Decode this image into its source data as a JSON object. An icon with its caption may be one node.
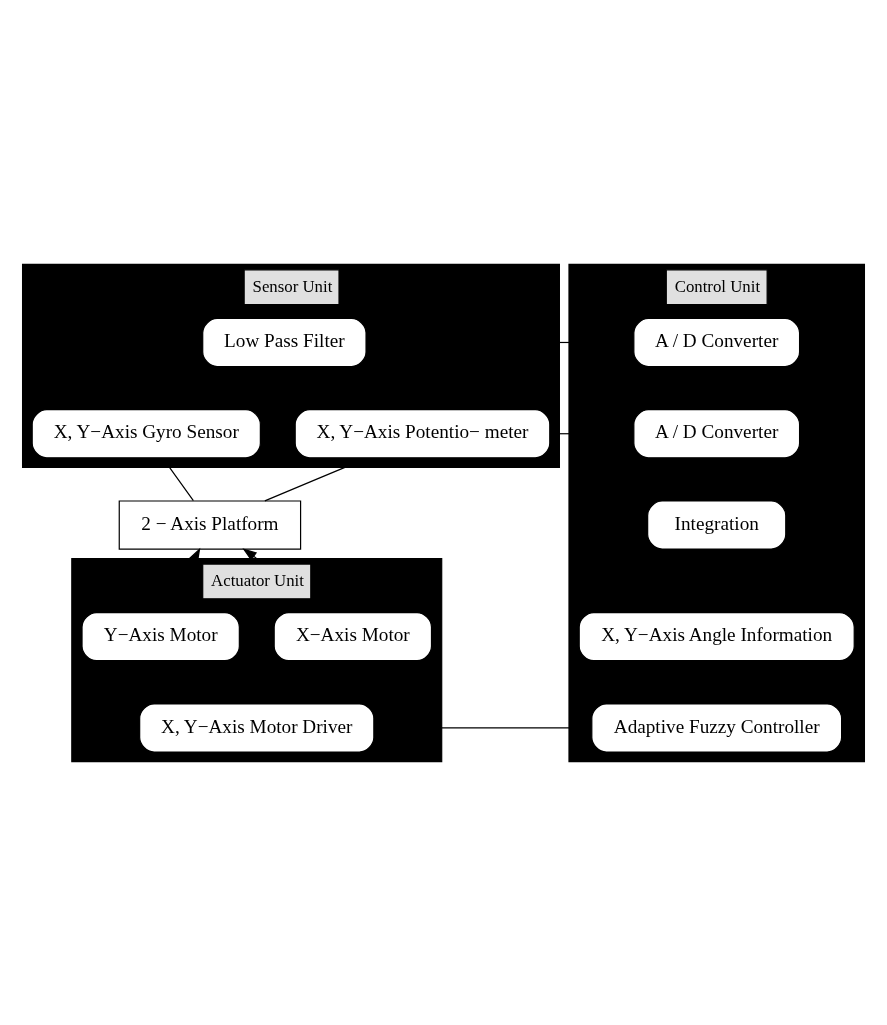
{
  "diagram": {
    "nodes": [
      {
        "text": [
          "Sensor Unit"
        ]
      },
      {
        "text": [
          "Low Pass Filter"
        ],
        "in": 0
      },
      {
        "text": [
          "X, Y−Axis Gyro Sensor"
        ],
        "in": 0
      },
      {
        "text": [
          "X, Y−Axis Potentio− meter"
        ],
        "in": 0
      },
      {
        "text": [
          "Control Unit"
        ]
      },
      {
        "text": [
          "A / D Converter"
        ],
        "in": 4
      },
      {
        "text": [
          "A / D Converter"
        ],
        "in": 4
      },
      {
        "text": [
          "Integration"
        ],
        "in": 4
      },
      {
        "text": [
          "X, Y−Axis Angle Information"
        ],
        "in": 4
      },
      {
        "text": [
          "Adaptive Fuzzy Controller"
        ],
        "in": 4
      },
      {
        "text": [
          "2 − Axis Platform"
        ]
      },
      {
        "text": [
          "Actuator Unit"
        ]
      },
      {
        "text": [
          "X−Axis Motor"
        ],
        "in": 11
      },
      {
        "text": [
          "Y−Axis Motor"
        ],
        "in": 11
      },
      {
        "text": [
          "X, Y−Axis Motor Driver"
        ],
        "in": 11
      }
    ],
    "edges": [
      {
        "from": 0,
        "to": 4,
        "arrow": "none"
      },
      {
        "from": 0,
        "to": 4,
        "arrow": "none"
      },
      {
        "from": 0,
        "to": 10,
        "arrow": "none"
      },
      {
        "from": 0,
        "to": 10,
        "arrow": "none"
      },
      {
        "from": 11,
        "to": 10,
        "arrow": "to"
      },
      {
        "from": 11,
        "to": 10,
        "arrow": "to"
      },
      {
        "from": 11,
        "to": 4,
        "arrow": "none"
      }
    ]
  }
}
